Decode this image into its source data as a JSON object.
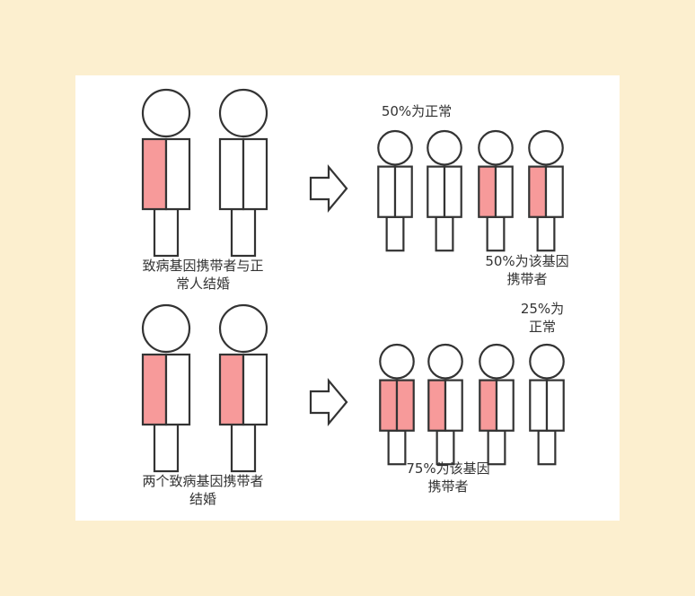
{
  "colors": {
    "background": "#fcefcf",
    "panel": "#ffffff",
    "carrier_fill": "#f79a9a",
    "outline": "#333333"
  },
  "scenario_1": {
    "parents_caption_line1": "致病基因携带者与正",
    "parents_caption_line2": "常人结婚",
    "normal_label": "50%为正常",
    "carrier_label_line1": "50%为该基因",
    "carrier_label_line2": "携带者",
    "parents": [
      {
        "carrier_halves": 1
      },
      {
        "carrier_halves": 0
      }
    ],
    "children": [
      {
        "carrier_halves": 0
      },
      {
        "carrier_halves": 0
      },
      {
        "carrier_halves": 1
      },
      {
        "carrier_halves": 1
      }
    ]
  },
  "scenario_2": {
    "parents_caption_line1": "两个致病基因携带者",
    "parents_caption_line2": "结婚",
    "normal_label_line1": "25%为",
    "normal_label_line2": "正常",
    "carrier_label_line1": "75%为该基因",
    "carrier_label_line2": "携带者",
    "parents": [
      {
        "carrier_halves": 1
      },
      {
        "carrier_halves": 1
      }
    ],
    "children": [
      {
        "carrier_halves": 2
      },
      {
        "carrier_halves": 1
      },
      {
        "carrier_halves": 1
      },
      {
        "carrier_halves": 0
      }
    ]
  },
  "icons": {
    "arrow": "right-arrow-icon",
    "person": "person-icon"
  }
}
